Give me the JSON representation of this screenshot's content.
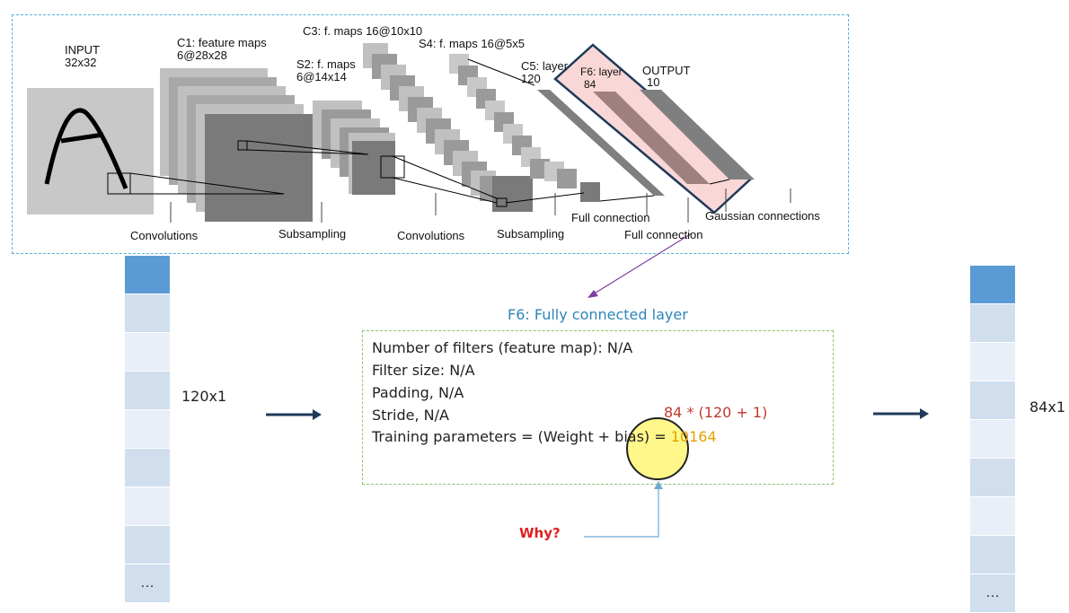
{
  "architecture": {
    "input_label": "INPUT",
    "input_size": "32x32",
    "c1_label": "C1: feature maps",
    "c1_size": "6@28x28",
    "s2_label": "S2: f. maps",
    "s2_size": "6@14x14",
    "c3_label": "C3: f. maps 16@10x10",
    "s4_label": "S4: f. maps 16@5x5",
    "c5_label": "C5: layer",
    "c5_size": "120",
    "f6_label": "F6: layer",
    "f6_size": "84",
    "output_label": "OUTPUT",
    "output_size": "10",
    "op_convolutions_1": "Convolutions",
    "op_subsampling_1": "Subsampling",
    "op_convolutions_2": "Convolutions",
    "op_subsampling_2": "Subsampling",
    "op_full_connection_1": "Full connection",
    "op_full_connection_2": "Full connection",
    "op_gaussian": "Gaussian connections"
  },
  "left_vector": {
    "label": "120x1",
    "ellipsis": "…",
    "colors": [
      "#5b9bd5",
      "#d0deee",
      "#e9eff8",
      "#d0deee",
      "#e9eff8",
      "#d0deee",
      "#e9eff8",
      "#d0deee"
    ]
  },
  "right_vector": {
    "label": "84x1",
    "ellipsis": "…",
    "colors": [
      "#5b9bd5",
      "#d0deee",
      "#e9eff8",
      "#d0deee",
      "#e9eff8",
      "#d0deee",
      "#e9eff8",
      "#d0deee"
    ]
  },
  "info": {
    "title": "F6: Fully connected layer",
    "line1": "Number of filters (feature map): N/A",
    "line2": "Filter size: N/A",
    "line3": "Padding, N/A",
    "line4": "Stride, N/A",
    "line5_prefix": "Training parameters = (Weight + bias) = ",
    "line5_result": "10164",
    "calculation": "84 * (120 + 1)"
  },
  "why_label": "Why?",
  "colors": {
    "highlight_fill": "#f9d7d7",
    "highlight_border": "#1f3a5a",
    "circle_fill": "#fff78a",
    "arrow_dark": "#1f3a5a",
    "arrow_purple": "#7b3fa0",
    "arrow_blue": "#6aa8d8"
  }
}
